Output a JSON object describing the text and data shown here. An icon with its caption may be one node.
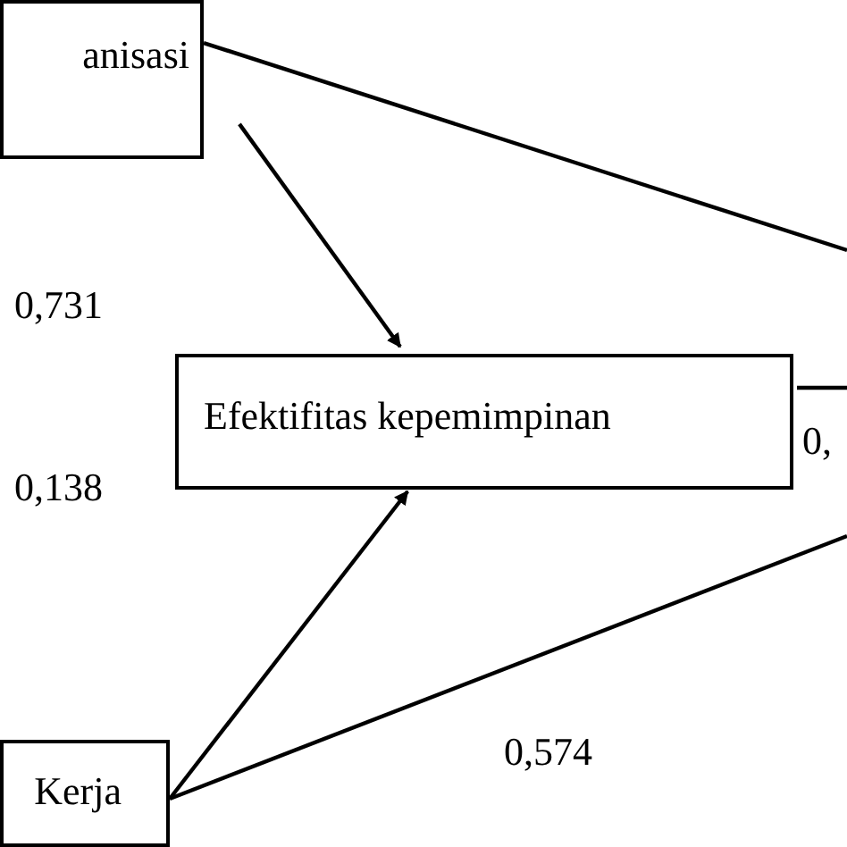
{
  "diagram": {
    "nodes": [
      {
        "text": [
          "anisasi"
        ]
      },
      {
        "text": [
          "Efektifitas kepemimpinan"
        ]
      },
      {
        "text": [
          "Kerja"
        ]
      }
    ],
    "edges": [
      {
        "from": 0,
        "to": null,
        "arrow": "none"
      },
      {
        "from": 0,
        "to": 1,
        "arrow": "to"
      },
      {
        "from": 1,
        "to": null,
        "arrow": "none"
      },
      {
        "from": 2,
        "to": 1,
        "arrow": "to"
      },
      {
        "from": 2,
        "to": null,
        "arrow": "none"
      }
    ],
    "labels": [
      "0,731",
      "0,138",
      "0,",
      "0,574"
    ]
  }
}
